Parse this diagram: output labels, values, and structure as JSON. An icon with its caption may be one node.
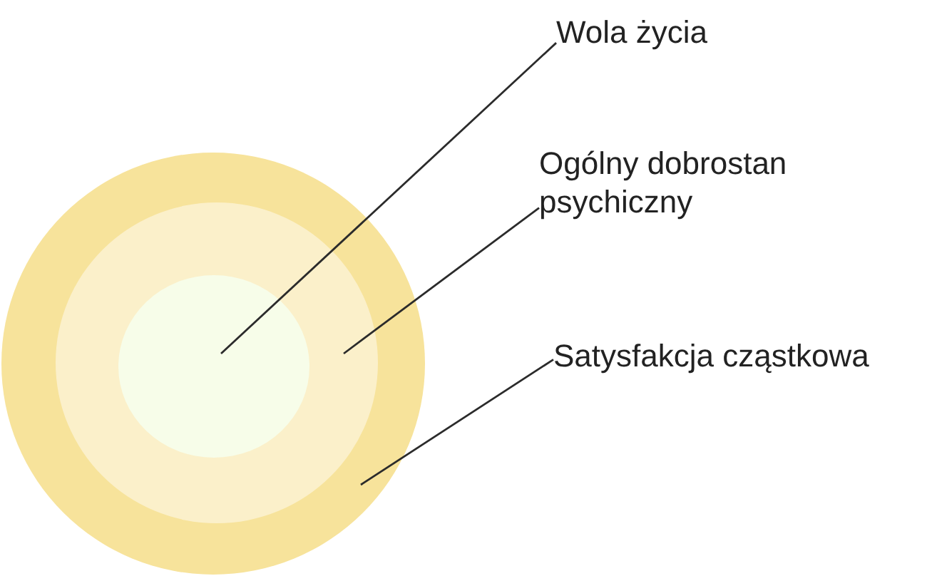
{
  "diagram": {
    "nodes": [
      {
        "text": [],
        "shape": "circle"
      },
      {
        "text": [],
        "shape": "circle",
        "in": 0
      },
      {
        "text": [],
        "shape": "circle",
        "in": 1
      },
      {
        "text": [
          "Wola życia"
        ]
      },
      {
        "text": [
          "Ogólny dobrostan psychiczny"
        ]
      },
      {
        "text": [
          "Satysfakcja cząstkowa"
        ]
      }
    ],
    "edges": [
      {
        "from": 3,
        "to": 2,
        "arrow": "none"
      },
      {
        "from": 4,
        "to": 1,
        "arrow": "none"
      },
      {
        "from": 5,
        "to": 0,
        "arrow": "none"
      }
    ]
  }
}
